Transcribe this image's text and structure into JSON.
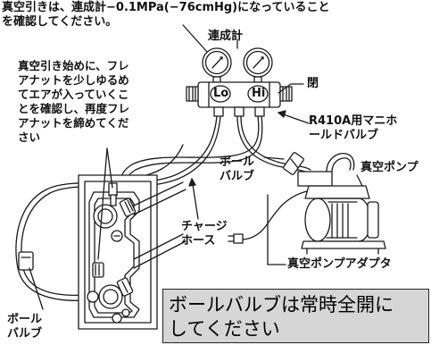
{
  "labels": {
    "top_instruction": "真空引きは、連成計−0.1MPa(−76cmHg)になっていること\nを確認してください。",
    "gauge": "連成計",
    "closed": "閉",
    "flare_note": "真空引き始めに、フレ\nアナットを少しゆるめ\nてエアが入っていくこ\nとを確認し、再度フレ\nアナットを締めてくだ\nさい",
    "manifold_valve": "R410A用マニホ\nールドバルブ",
    "ball_valve_mid": "ボール\nバルブ",
    "vacuum_pump": "真空ポンプ",
    "charge_hose": "チャージ\nホース",
    "pump_adapter": "真空ポンプアダプタ",
    "ball_valve_left": "ボール\nバルブ",
    "gauge_lo": "Lo",
    "gauge_hi": "Hi"
  },
  "note": {
    "text": "ボールバルブは常時全開に\nしてください"
  },
  "colors": {
    "note_background": "#d6d6d6",
    "line": "#1a1a1a"
  }
}
